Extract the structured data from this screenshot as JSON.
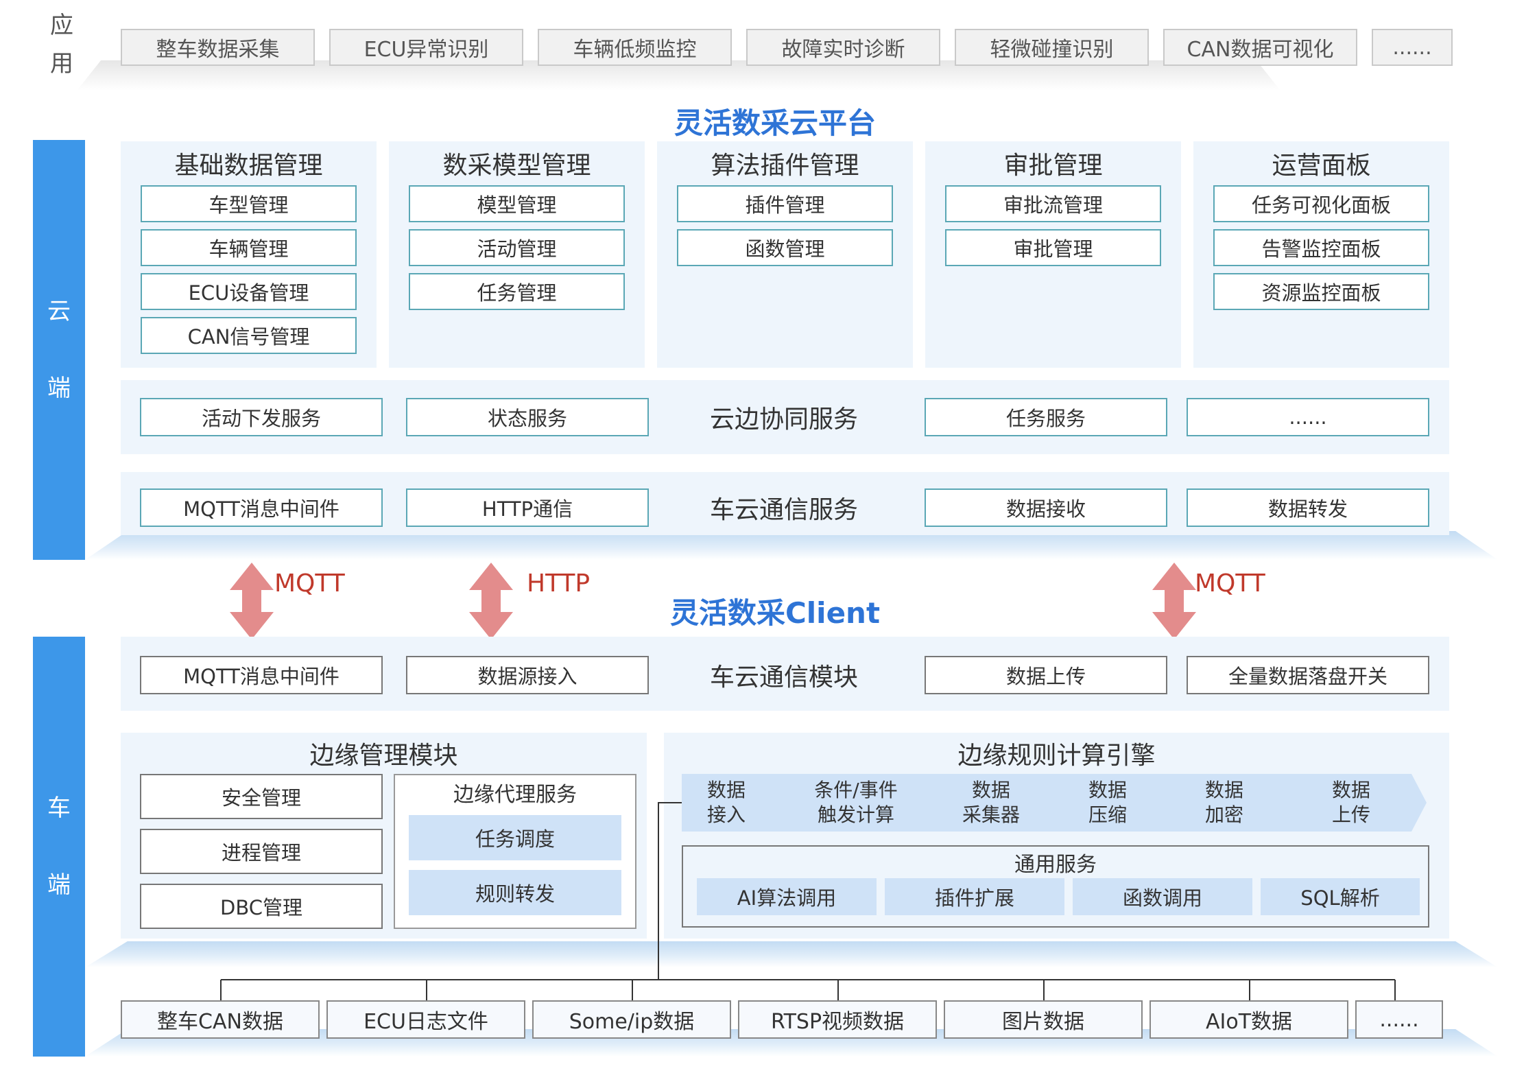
{
  "app": {
    "label": "应\n用",
    "items": [
      "整车数据采集",
      "ECU异常识别",
      "车辆低频监控",
      "故障实时诊断",
      "轻微碰撞识别",
      "CAN数据可视化",
      "......"
    ]
  },
  "cloud": {
    "side_label": "云\n\n端",
    "title": "灵活数采云平台",
    "groups": [
      {
        "title": "基础数据管理",
        "items": [
          "车型管理",
          "车辆管理",
          "ECU设备管理",
          "CAN信号管理"
        ]
      },
      {
        "title": "数采模型管理",
        "items": [
          "模型管理",
          "活动管理",
          "任务管理"
        ]
      },
      {
        "title": "算法插件管理",
        "items": [
          "插件管理",
          "函数管理"
        ]
      },
      {
        "title": "审批管理",
        "items": [
          "审批流管理",
          "审批管理"
        ]
      },
      {
        "title": "运营面板",
        "items": [
          "任务可视化面板",
          "告警监控面板",
          "资源监控面板"
        ]
      }
    ],
    "edge_service": {
      "label": "云边协同服务",
      "items": [
        "活动下发服务",
        "状态服务",
        "任务服务",
        "......"
      ]
    },
    "comm_service": {
      "label": "车云通信服务",
      "items": [
        "MQTT消息中间件",
        "HTTP通信",
        "数据接收",
        "数据转发"
      ]
    }
  },
  "protocols": [
    "MQTT",
    "HTTP",
    "MQTT"
  ],
  "client": {
    "title": "灵活数采Client",
    "side_label": "车\n\n端",
    "comm_module": {
      "label": "车云通信模块",
      "items": [
        "MQTT消息中间件",
        "数据源接入",
        "数据上传",
        "全量数据落盘开关"
      ]
    },
    "edge_mgmt": {
      "title": "边缘管理模块",
      "items": [
        "安全管理",
        "进程管理",
        "DBC管理"
      ],
      "agent": {
        "title": "边缘代理服务",
        "items": [
          "任务调度",
          "规则转发"
        ]
      }
    },
    "rule_engine": {
      "title": "边缘规则计算引擎",
      "steps": [
        "数据\n接入",
        "条件/事件\n触发计算",
        "数据\n采集器",
        "数据\n压缩",
        "数据\n加密",
        "数据\n上传"
      ],
      "common": {
        "title": "通用服务",
        "items": [
          "AI算法调用",
          "插件扩展",
          "函数调用",
          "SQL解析"
        ]
      }
    },
    "sources": [
      "整车CAN数据",
      "ECU日志文件",
      "Some/ip数据",
      "RTSP视频数据",
      "图片数据",
      "AIoT数据",
      "......"
    ]
  },
  "colors": {
    "accent": "#2e74d6",
    "sidebar": "#3d97e9",
    "arrow": "#e38c8c",
    "protocol": "#c0392b",
    "chevron": "#cfe2f7"
  }
}
